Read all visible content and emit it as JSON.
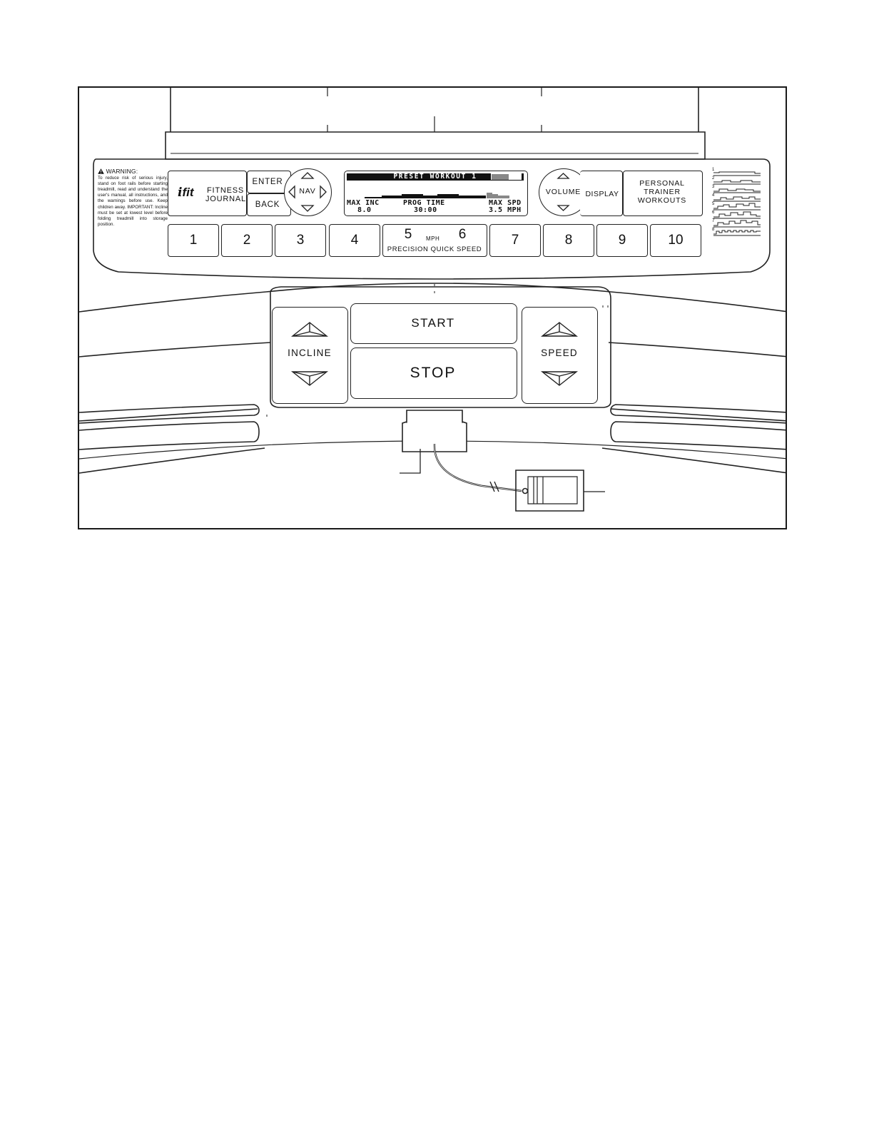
{
  "warning": {
    "title": "WARNING:",
    "text": "To reduce risk of serious injury, stand on foot rails before starting treadmill, read and understand the user's manual, all instructions, and the warnings before use. Keep children away. IMPORTANT: Incline must be set at lowest level before folding treadmill into storage position."
  },
  "ifit": {
    "logo": "fit",
    "line1": "FITNESS",
    "line2": "JOURNAL"
  },
  "nav": {
    "enter": "ENTER",
    "back": "BACK",
    "nav": "NAV"
  },
  "lcd": {
    "title": "PRESET WORKOUT 1",
    "max_inc_label": "MAX INC",
    "max_inc_value": "8.0",
    "prog_time_label": "PROG TIME",
    "prog_time_value": "30:00",
    "max_spd_label": "MAX SPD",
    "max_spd_value": "3.5 MPH"
  },
  "volume": "VOLUME",
  "display": "DISPLAY",
  "trainer": {
    "line1": "PERSONAL",
    "line2": "TRAINER",
    "line3": "WORKOUTS"
  },
  "workout_list": [
    "1",
    "2",
    "3",
    "4",
    "5",
    "6",
    "7",
    "8"
  ],
  "speed_keys": [
    "1",
    "2",
    "3",
    "4",
    "5",
    "6",
    "7",
    "8",
    "9",
    "10"
  ],
  "speed_caption": {
    "unit": "MPH",
    "label": "PRECISION QUICK SPEED"
  },
  "center": {
    "start": "START",
    "stop": "STOP"
  },
  "incline": "INCLINE",
  "speed": "SPEED",
  "icons": {
    "warning": "warning-triangle-icon",
    "up": "arrow-up-icon",
    "down": "arrow-down-icon",
    "left": "arrow-left-icon",
    "right": "arrow-right-icon"
  }
}
